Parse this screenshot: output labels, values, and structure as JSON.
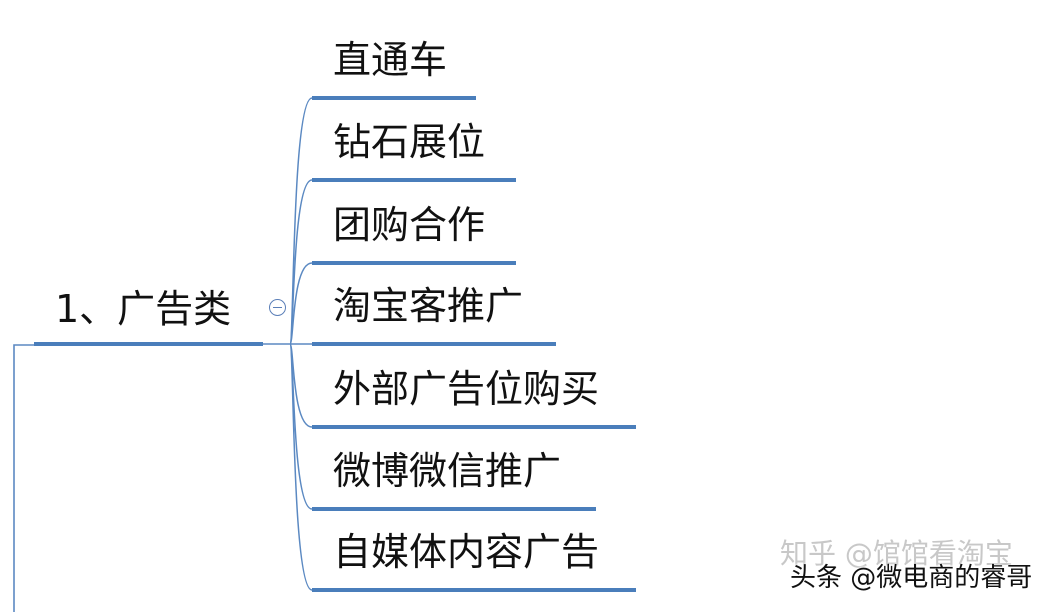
{
  "colors": {
    "underline": "#4a7ebb",
    "connector": "#5b89c2",
    "text": "#111111",
    "watermark_faint": "#c8c8c8"
  },
  "root": {
    "label": "1、广告类"
  },
  "branches": [
    {
      "label": "直通车"
    },
    {
      "label": "钻石展位"
    },
    {
      "label": "团购合作"
    },
    {
      "label": "淘宝客推广"
    },
    {
      "label": "外部广告位购买"
    },
    {
      "label": "微博微信推广"
    },
    {
      "label": "自媒体内容广告"
    }
  ],
  "watermark": {
    "line1": "知乎 @馆馆看淘宝",
    "line2": "头条 @微电商的睿哥"
  }
}
